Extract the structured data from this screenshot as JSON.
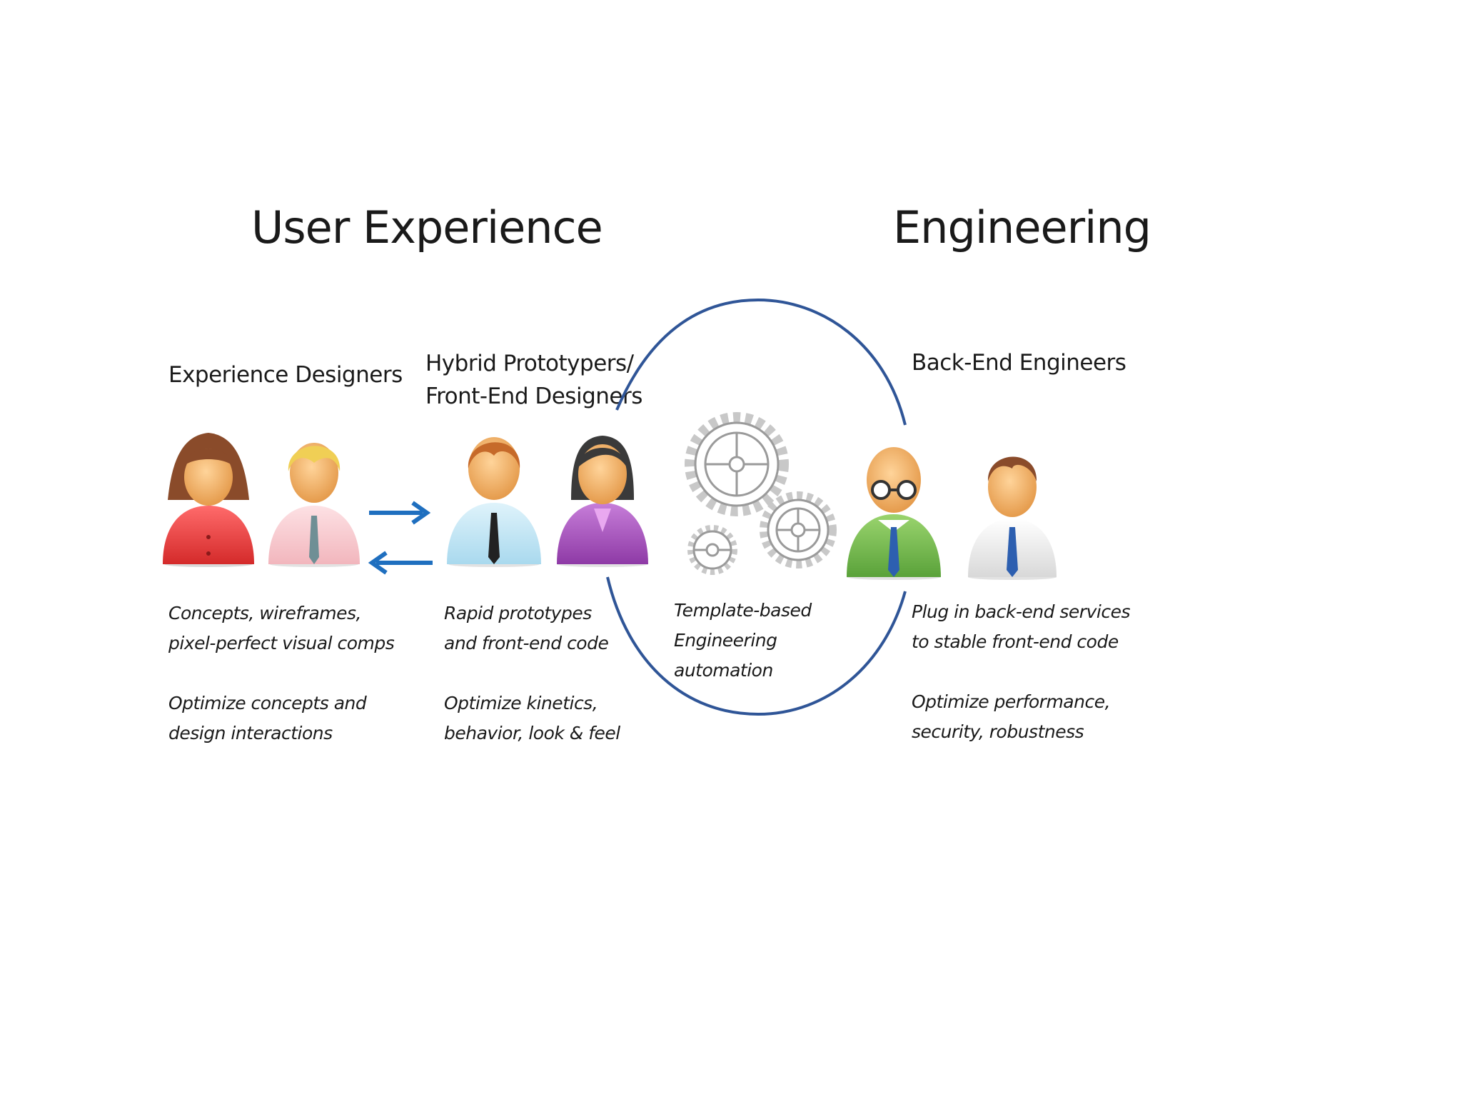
{
  "headings": {
    "user_experience": "User Experience",
    "engineering": "Engineering"
  },
  "roles": {
    "experience_designers": {
      "title": "Experience Designers",
      "desc_1": [
        "Concepts, wireframes,",
        "pixel-perfect visual comps"
      ],
      "desc_2": [
        "Optimize concepts and",
        "design interactions"
      ]
    },
    "hybrid_prototypers": {
      "title": [
        "Hybrid Prototypers/",
        "Front-End Designers"
      ],
      "desc_1": [
        "Rapid prototypes",
        "and front-end code"
      ],
      "desc_2": [
        "Optimize kinetics,",
        "behavior, look & feel"
      ]
    },
    "automation": {
      "desc": [
        "Template-based",
        "Engineering",
        "automation"
      ]
    },
    "back_end_engineers": {
      "title": "Back-End Engineers",
      "desc_1": [
        "Plug in back-end services",
        "to stable front-end code"
      ],
      "desc_2": [
        "Optimize performance,",
        "security, robustness"
      ]
    }
  },
  "icons": {
    "gears": "gears-icon",
    "arrow_right": "arrow-right-icon",
    "arrow_left": "arrow-left-icon"
  },
  "colors": {
    "arrow_blue": "#1f6fbf",
    "ellipse_blue": "#2f5597",
    "person_red": "#e23a3a",
    "person_pink": "#f6c6cb",
    "person_lightblue": "#bfe3f3",
    "person_purple": "#a24bb9",
    "person_green": "#6fb54a",
    "person_white": "#e6e6e6",
    "skin": "#f2b36a",
    "hair_brown": "#8a4b2a",
    "hair_blond": "#f0cf55",
    "hair_black": "#3a3a3a"
  }
}
